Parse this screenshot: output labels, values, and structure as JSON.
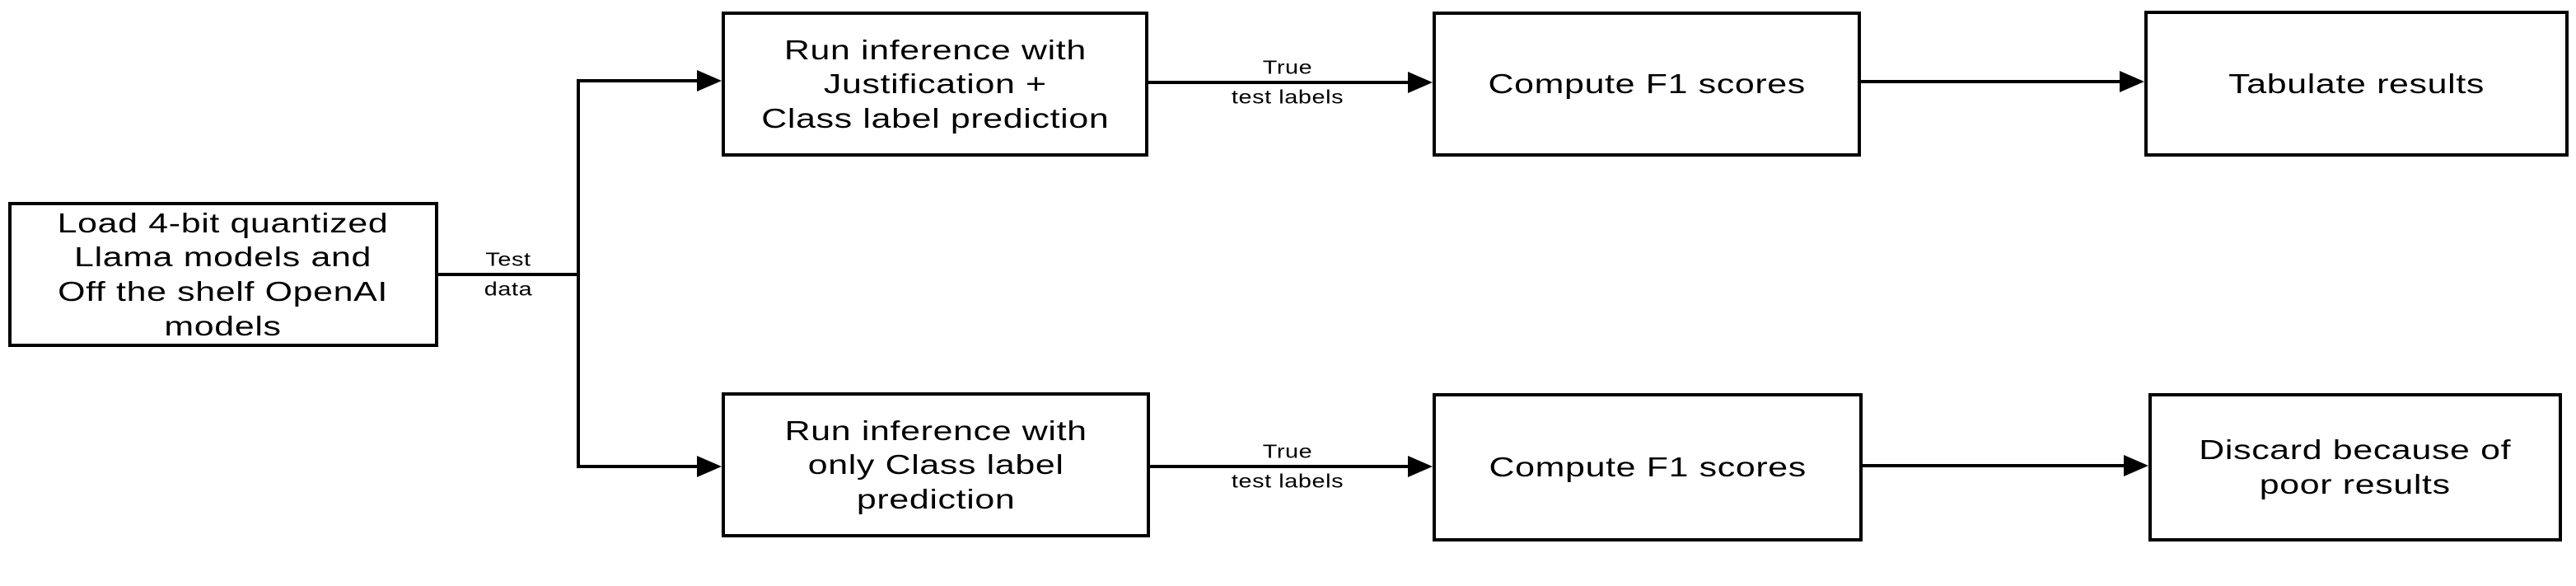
{
  "diagram": {
    "type": "flowchart",
    "colors": {
      "background": "#ffffff",
      "line": "#000000",
      "box_fill": "#ffffff",
      "text": "#000000"
    },
    "nodes": {
      "load_models": {
        "label": "Load 4-bit quantized\nLlama models and\nOff the shelf OpenAI\nmodels"
      },
      "run_inference_justification": {
        "label": "Run inference with\nJustification +\nClass label prediction"
      },
      "compute_f1_top": {
        "label": "Compute F1 scores"
      },
      "tabulate_results": {
        "label": "Tabulate results"
      },
      "run_inference_only_class": {
        "label": "Run inference with\nonly Class label\nprediction"
      },
      "compute_f1_bottom": {
        "label": "Compute F1 scores"
      },
      "discard_results": {
        "label": "Discard because of\npoor results"
      }
    },
    "edge_labels": {
      "test_data": "Test\ndata",
      "true_test_labels_top": "True\ntest labels",
      "true_test_labels_bottom": "True\ntest labels"
    }
  }
}
